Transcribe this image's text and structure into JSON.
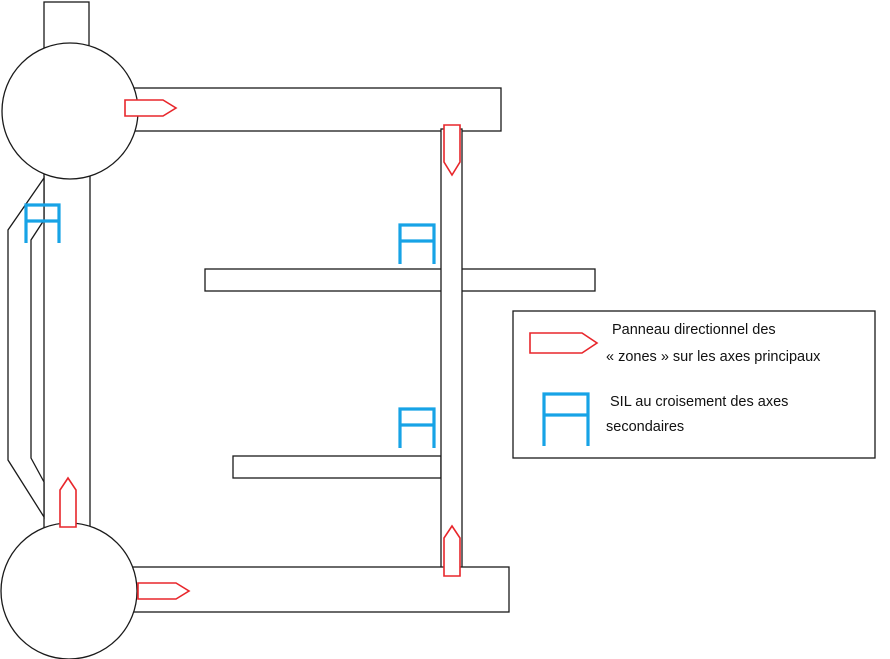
{
  "colors": {
    "directional_sign": "#e8262b",
    "sil_sign": "#17a3e6",
    "road_outline": "#1a1a1a"
  },
  "legend": {
    "directional_sign": {
      "line1": "Panneau directionnel des",
      "line2": "« zones » sur les axes principaux"
    },
    "sil_sign": {
      "line1": "SIL au croisement des axes",
      "line2": "secondaires"
    }
  }
}
